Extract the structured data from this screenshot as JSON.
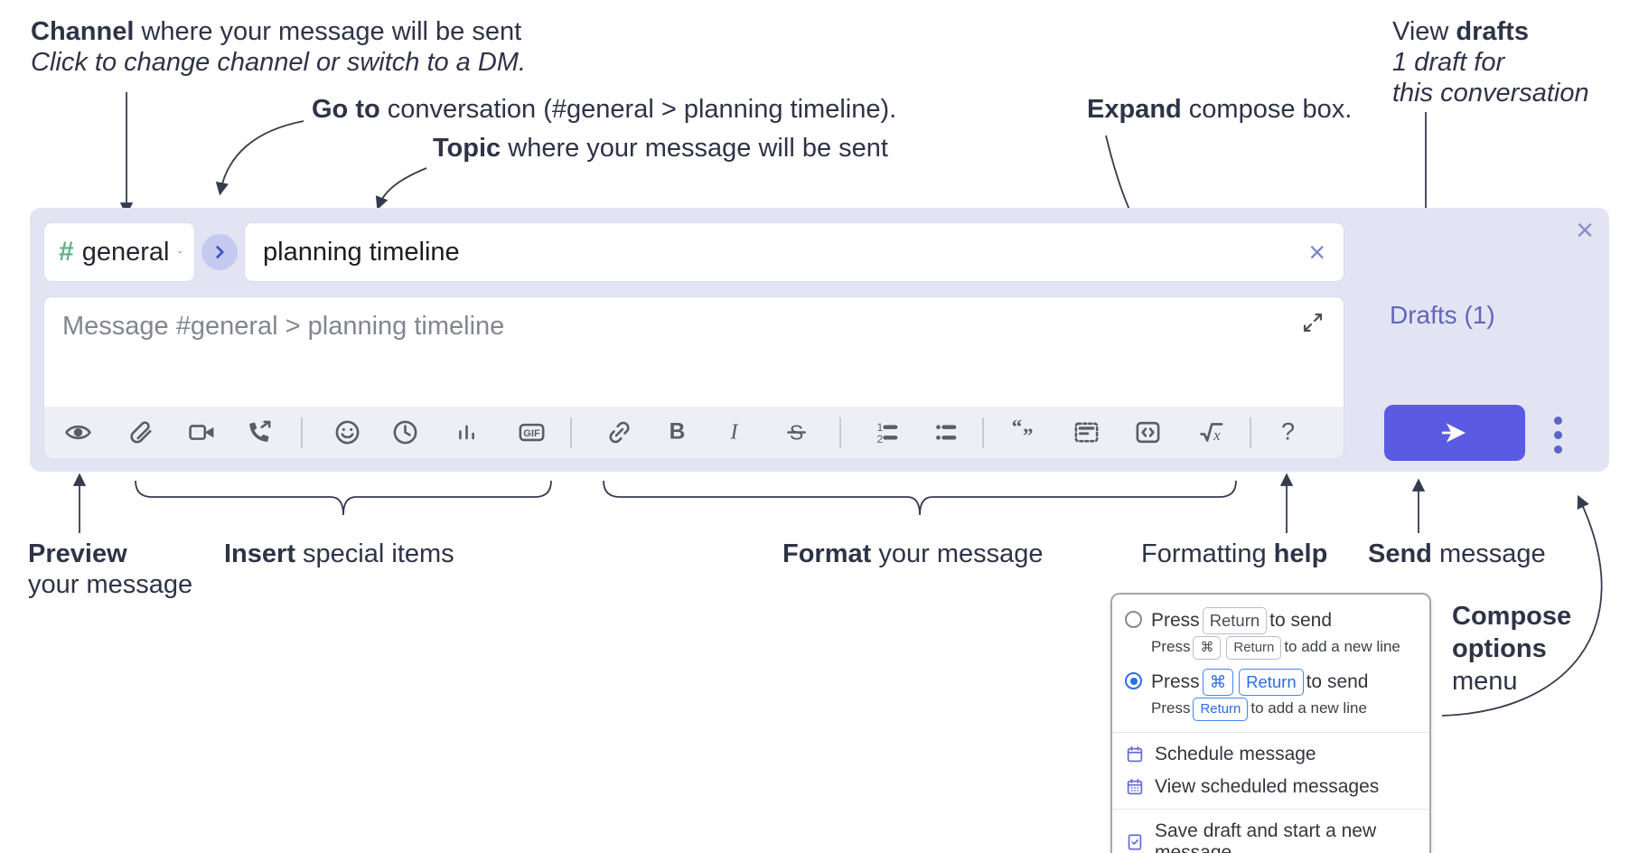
{
  "annotations": {
    "channel_bold": "Channel",
    "channel_rest": " where your message will be sent",
    "channel_line2": "Click to change channel or switch to a DM.",
    "goto_bold": "Go to",
    "goto_rest": " conversation (#general > planning timeline).",
    "topic_bold": "Topic",
    "topic_rest": " where your message will be sent",
    "expand_bold": "Expand",
    "expand_rest": " compose box.",
    "drafts_pre": "View ",
    "drafts_bold": "drafts",
    "drafts_line2": "1 draft for",
    "drafts_line3": "this conversation",
    "preview_bold": "Preview",
    "preview_line2": "your message",
    "insert_bold": "Insert",
    "insert_rest": " special items",
    "format_bold": "Format",
    "format_rest": " your message",
    "help_pre": "Formatting ",
    "help_bold": "help",
    "send_bold": "Send",
    "send_rest": " message",
    "compose_opts_line1": "Compose",
    "compose_opts_line2": "options",
    "compose_opts_line3": "menu"
  },
  "compose": {
    "channel_hash": "#",
    "channel_name": "general",
    "topic_value": "planning timeline",
    "message_placeholder": "Message #general > planning timeline",
    "drafts_label": "Drafts (1)",
    "close_glyph": "×",
    "clear_glyph": "×",
    "toolbar": [
      {
        "name": "preview"
      },
      {
        "name": "attach-file"
      },
      {
        "name": "start-video-call"
      },
      {
        "name": "start-voice-call"
      },
      {
        "name": "divider"
      },
      {
        "name": "add-emoji"
      },
      {
        "name": "add-global-time"
      },
      {
        "name": "add-poll"
      },
      {
        "name": "add-gif"
      },
      {
        "name": "divider"
      },
      {
        "name": "link"
      },
      {
        "name": "bold"
      },
      {
        "name": "italic"
      },
      {
        "name": "strikethrough"
      },
      {
        "name": "divider"
      },
      {
        "name": "numbered-list"
      },
      {
        "name": "bulleted-list"
      },
      {
        "name": "divider"
      },
      {
        "name": "quote"
      },
      {
        "name": "spoiler"
      },
      {
        "name": "code"
      },
      {
        "name": "math"
      },
      {
        "name": "divider"
      },
      {
        "name": "help"
      }
    ],
    "gif_label": "GIF"
  },
  "menu": {
    "option1": {
      "press": "Press",
      "key1": "Return",
      "tail": "to send",
      "sub_press": "Press",
      "sub_key1": "⌘",
      "sub_key2": "Return",
      "sub_tail": "to add a new line"
    },
    "option2": {
      "press": "Press",
      "key1": "⌘",
      "key2": "Return",
      "tail": "to send",
      "sub_press": "Press",
      "sub_key1": "Return",
      "sub_tail": "to add a new line"
    },
    "items": [
      {
        "icon": "calendar-icon",
        "label": "Schedule message"
      },
      {
        "icon": "calendar-dots-icon",
        "label": "View scheduled messages"
      },
      {
        "icon": "save-draft-icon",
        "label": "Save draft and start a new message"
      }
    ]
  },
  "colors": {
    "container_bg": "#e3e4f3",
    "accent_indigo": "#5a5ae2",
    "link_purple": "#6166bb",
    "hash_green": "#5fb284",
    "icon_gray": "#585d66",
    "annotation_ink": "#363b4e",
    "radio_blue": "#2b6de3",
    "menu_icon_purple": "#686dd3"
  }
}
